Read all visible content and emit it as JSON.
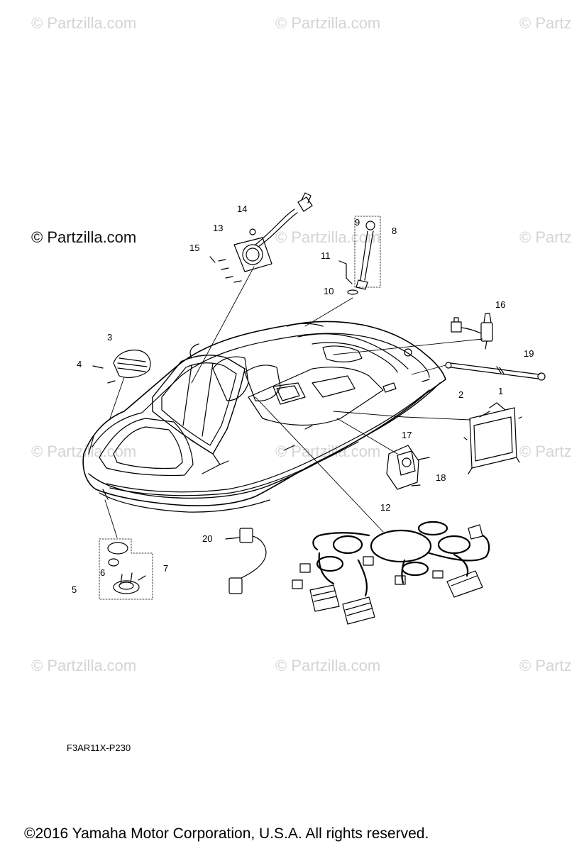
{
  "watermark": {
    "text": "© Partzilla.com",
    "short_text": "© Partz"
  },
  "callouts": [
    "1",
    "2",
    "3",
    "4",
    "5",
    "6",
    "7",
    "8",
    "9",
    "10",
    "11",
    "12",
    "13",
    "14",
    "15",
    "16",
    "17",
    "18",
    "19",
    "20"
  ],
  "diagram_code": "F3AR11X-P230",
  "copyright": "©2016  Yamaha Motor Corporation, U.S.A. All rights reserved."
}
